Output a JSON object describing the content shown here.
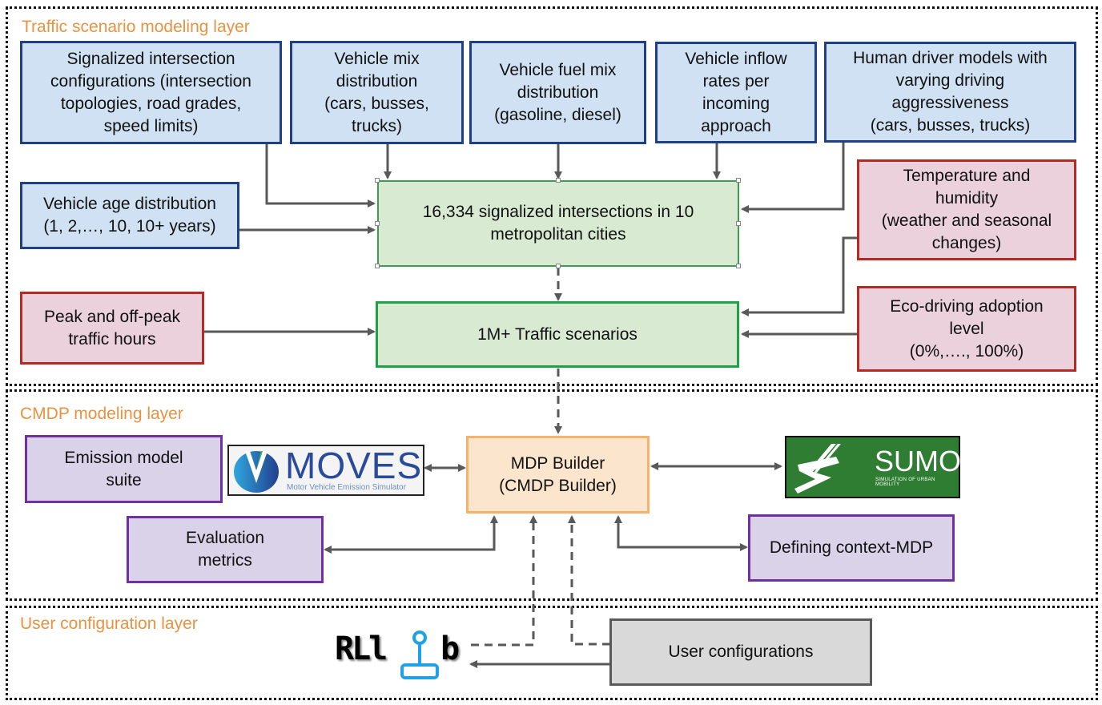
{
  "layers": {
    "traffic": {
      "title": "Traffic scenario modeling layer"
    },
    "cmdp": {
      "title": "CMDP modeling layer"
    },
    "user": {
      "title": "User configuration layer"
    }
  },
  "traffic_inputs": {
    "signalized": "Signalized intersection\nconfigurations (intersection\ntopologies, road grades,\nspeed limits)",
    "vehicle_mix": "Vehicle mix\ndistribution\n(cars, busses,\ntrucks)",
    "fuel_mix": "Vehicle fuel mix\ndistribution\n(gasoline, diesel)",
    "inflow": "Vehicle inflow\nrates per\nincoming\napproach",
    "driver_models": "Human driver models with\nvarying driving\naggressiveness\n(cars, busses, trucks)",
    "age_distribution": "Vehicle age distribution\n(1, 2,…, 10, 10+ years)",
    "temperature": "Temperature and\nhumidity\n(weather and seasonal\nchanges)",
    "peak_hours": "Peak and off-peak\ntraffic hours",
    "eco_driving": "Eco-driving adoption\nlevel\n(0%,…., 100%)"
  },
  "traffic_outputs": {
    "intersections": "16,334 signalized intersections in 10\nmetropolitan cities",
    "scenarios": "1M+ Traffic scenarios"
  },
  "cmdp": {
    "emission_suite": "Emission model\nsuite",
    "moves_logo": {
      "title": "MOVES",
      "subtitle": "Motor Vehicle Emission Simulator"
    },
    "mdp_builder": "MDP Builder\n(CMDP Builder)",
    "sumo_logo": {
      "title": "SUMO",
      "subtitle": "SIMULATION OF URBAN MOBILITY"
    },
    "evaluation": "Evaluation\nmetrics",
    "context_mdp": "Defining context-MDP"
  },
  "user": {
    "rllib_logo": {
      "left": "RLl",
      "right": "b"
    },
    "user_configs": "User configurations"
  },
  "colors": {
    "layer_title": "#e69342",
    "blue_fill": "#cfe1f3",
    "blue_border": "#1f3f86",
    "red_fill": "#ead1dc",
    "red_border": "#b52a22",
    "green_fill": "#d9ead3",
    "green_border": "#1fa14a",
    "purple_fill": "#d9d2e9",
    "purple_border": "#7030a0",
    "orange_fill": "#fce5cd",
    "orange_border": "#f6b26b",
    "gray_fill": "#d9d9d9",
    "arrow": "#595959",
    "sumo_green": "#2e7d32",
    "moves_blue": "#2a4a9a",
    "rllib_blue": "#1ea1e6"
  }
}
